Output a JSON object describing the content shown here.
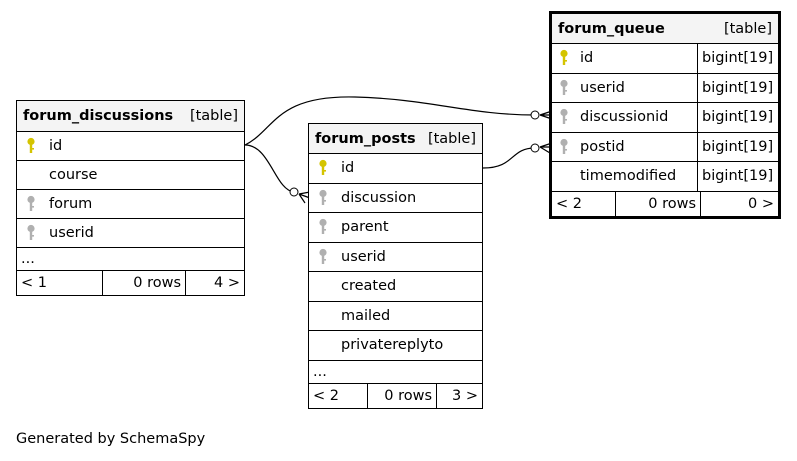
{
  "tables": {
    "forum_discussions": {
      "name": "forum_discussions",
      "kind": "[table]",
      "columns": [
        {
          "name": "id",
          "key": "primary"
        },
        {
          "name": "course",
          "key": "none"
        },
        {
          "name": "forum",
          "key": "foreign"
        },
        {
          "name": "userid",
          "key": "foreign"
        }
      ],
      "more": "...",
      "footer": {
        "prev": "< 1",
        "rows": "0 rows",
        "next": "4 >"
      }
    },
    "forum_posts": {
      "name": "forum_posts",
      "kind": "[table]",
      "columns": [
        {
          "name": "id",
          "key": "primary"
        },
        {
          "name": "discussion",
          "key": "foreign"
        },
        {
          "name": "parent",
          "key": "foreign"
        },
        {
          "name": "userid",
          "key": "foreign"
        },
        {
          "name": "created",
          "key": "none"
        },
        {
          "name": "mailed",
          "key": "none"
        },
        {
          "name": "privatereplyto",
          "key": "none"
        }
      ],
      "more": "...",
      "footer": {
        "prev": "< 2",
        "rows": "0 rows",
        "next": "3 >"
      }
    },
    "forum_queue": {
      "name": "forum_queue",
      "kind": "[table]",
      "columns": [
        {
          "name": "id",
          "key": "primary",
          "type": "bigint[19]"
        },
        {
          "name": "userid",
          "key": "foreign",
          "type": "bigint[19]"
        },
        {
          "name": "discussionid",
          "key": "foreign",
          "type": "bigint[19]"
        },
        {
          "name": "postid",
          "key": "foreign",
          "type": "bigint[19]"
        },
        {
          "name": "timemodified",
          "key": "none",
          "type": "bigint[19]"
        }
      ],
      "footer": {
        "prev": "< 2",
        "rows": "0 rows",
        "next": "0 >"
      }
    }
  },
  "generated_by": "Generated by SchemaSpy",
  "colors": {
    "primary_key": "#d4c400",
    "foreign_key": "#b0b0b0",
    "header_bg": "#f4f4f4"
  }
}
